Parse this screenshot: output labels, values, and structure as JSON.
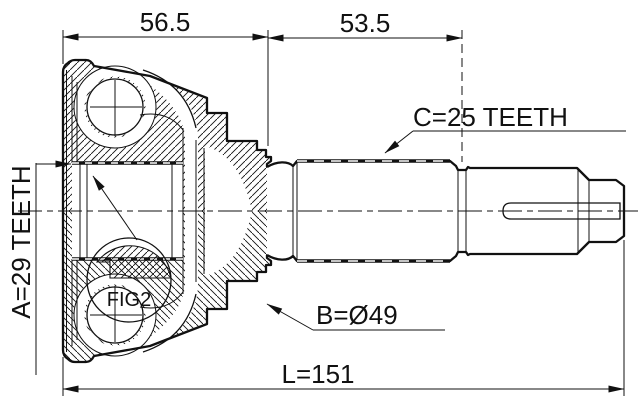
{
  "page": {
    "background": "#ffffff",
    "line_color": "#111111"
  },
  "drawing": {
    "type": "technical-drawing",
    "subject": "cv-joint-outer-side-section",
    "labels": {
      "dim_body_width": "56.5",
      "dim_spline_section": "53.5",
      "outer_spline_teeth": "C=25 TEETH",
      "inner_spline_teeth": "A=29 TEETH",
      "boot_diameter": "B=Ø49",
      "overall_length": "L=151",
      "detail_callout": "FIG2"
    }
  }
}
